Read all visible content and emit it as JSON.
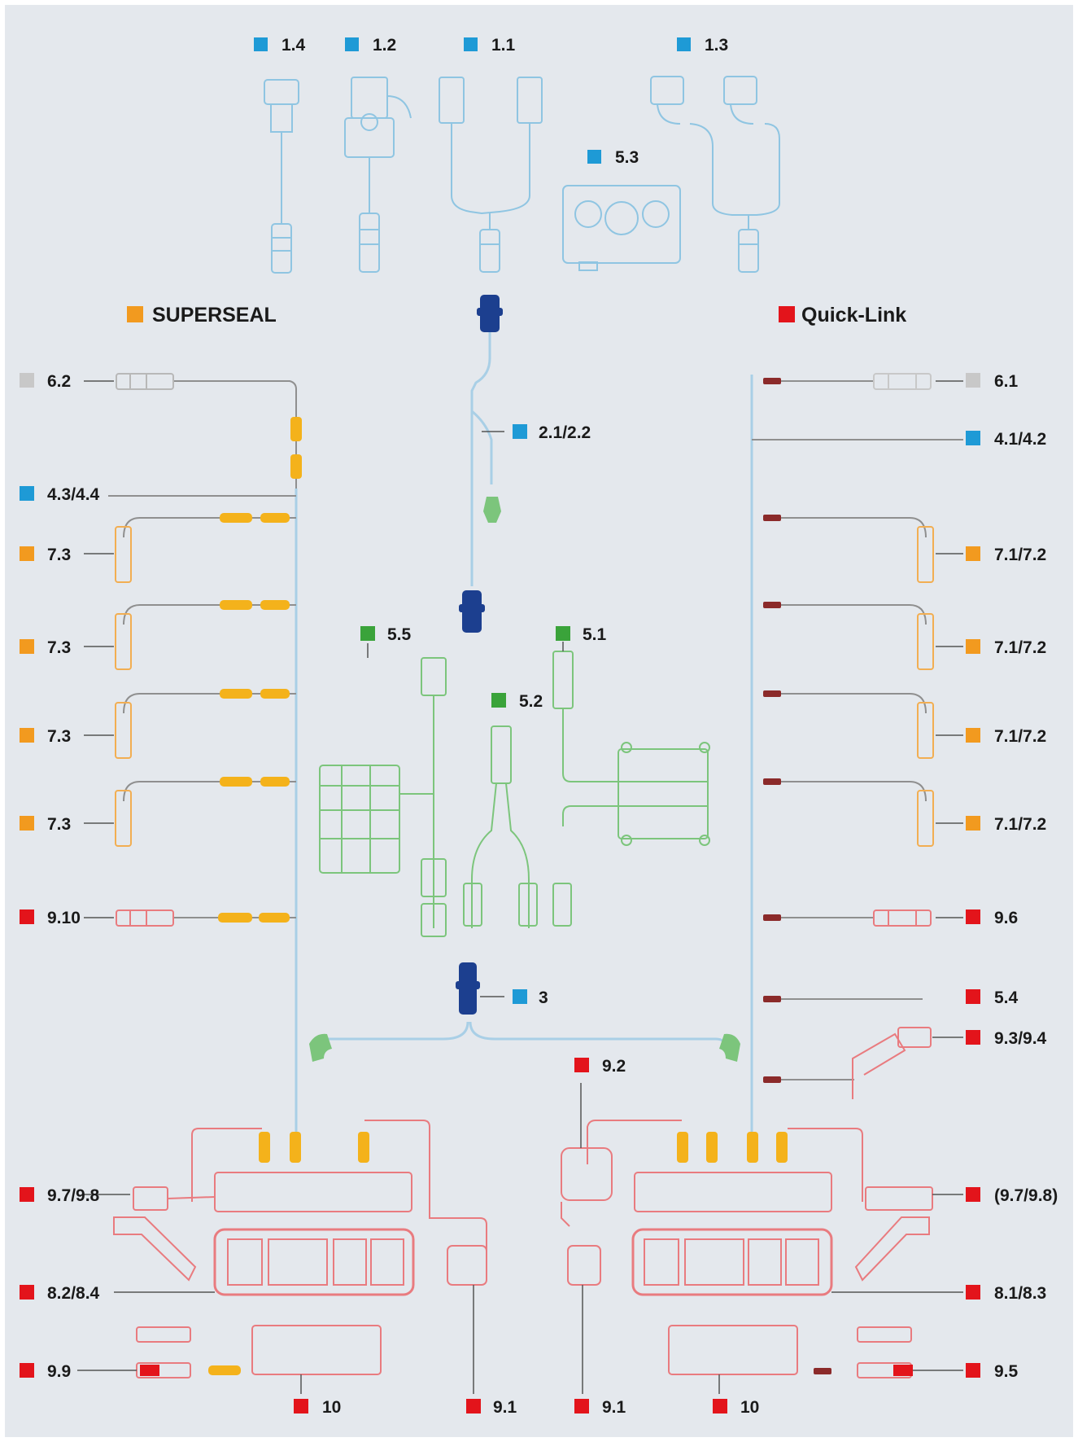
{
  "colors": {
    "background": "#e4e8ed",
    "blue": "#1e9ad6",
    "orange": "#f29a1f",
    "red": "#e3141b",
    "green": "#3aa33a",
    "grey": "#c8c8c8",
    "yellow": "#f4b21b",
    "wire": "#a9cfe6",
    "wire_grey": "#8f8f8f",
    "navy": "#1c3f8f",
    "red_light": "#e97b7f",
    "green_light": "#7cc57c",
    "blue_light": "#8fc5e2"
  },
  "legend": {
    "superseal": "SUPERSEAL",
    "quicklink": "Quick-Link"
  },
  "labels": {
    "l_1_4": "1.4",
    "l_1_2": "1.2",
    "l_1_1": "1.1",
    "l_1_3": "1.3",
    "l_5_3": "5.3",
    "l_6_2": "6.2",
    "l_6_1": "6.1",
    "l_2_1": "2.1/2.2",
    "l_4_1": "4.1/4.2",
    "l_4_3": "4.3/4.4",
    "l_7_3a": "7.3",
    "l_7_3b": "7.3",
    "l_7_3c": "7.3",
    "l_7_3d": "7.3",
    "l_7_1a": "7.1/7.2",
    "l_7_1b": "7.1/7.2",
    "l_7_1c": "7.1/7.2",
    "l_7_1d": "7.1/7.2",
    "l_5_5": "5.5",
    "l_5_1": "5.1",
    "l_5_2": "5.2",
    "l_9_10": "9.10",
    "l_9_6": "9.6",
    "l_3": "3",
    "l_5_4": "5.4",
    "l_9_3": "9.3/9.4",
    "l_9_2": "9.2",
    "l_9_7": "9.7/9.8",
    "l_9_7p": "(9.7/9.8)",
    "l_8_2": "8.2/8.4",
    "l_8_1": "8.1/8.3",
    "l_9_9": "9.9",
    "l_9_5": "9.5",
    "l_10a": "10",
    "l_9_1a": "9.1",
    "l_9_1b": "9.1",
    "l_10b": "10"
  }
}
